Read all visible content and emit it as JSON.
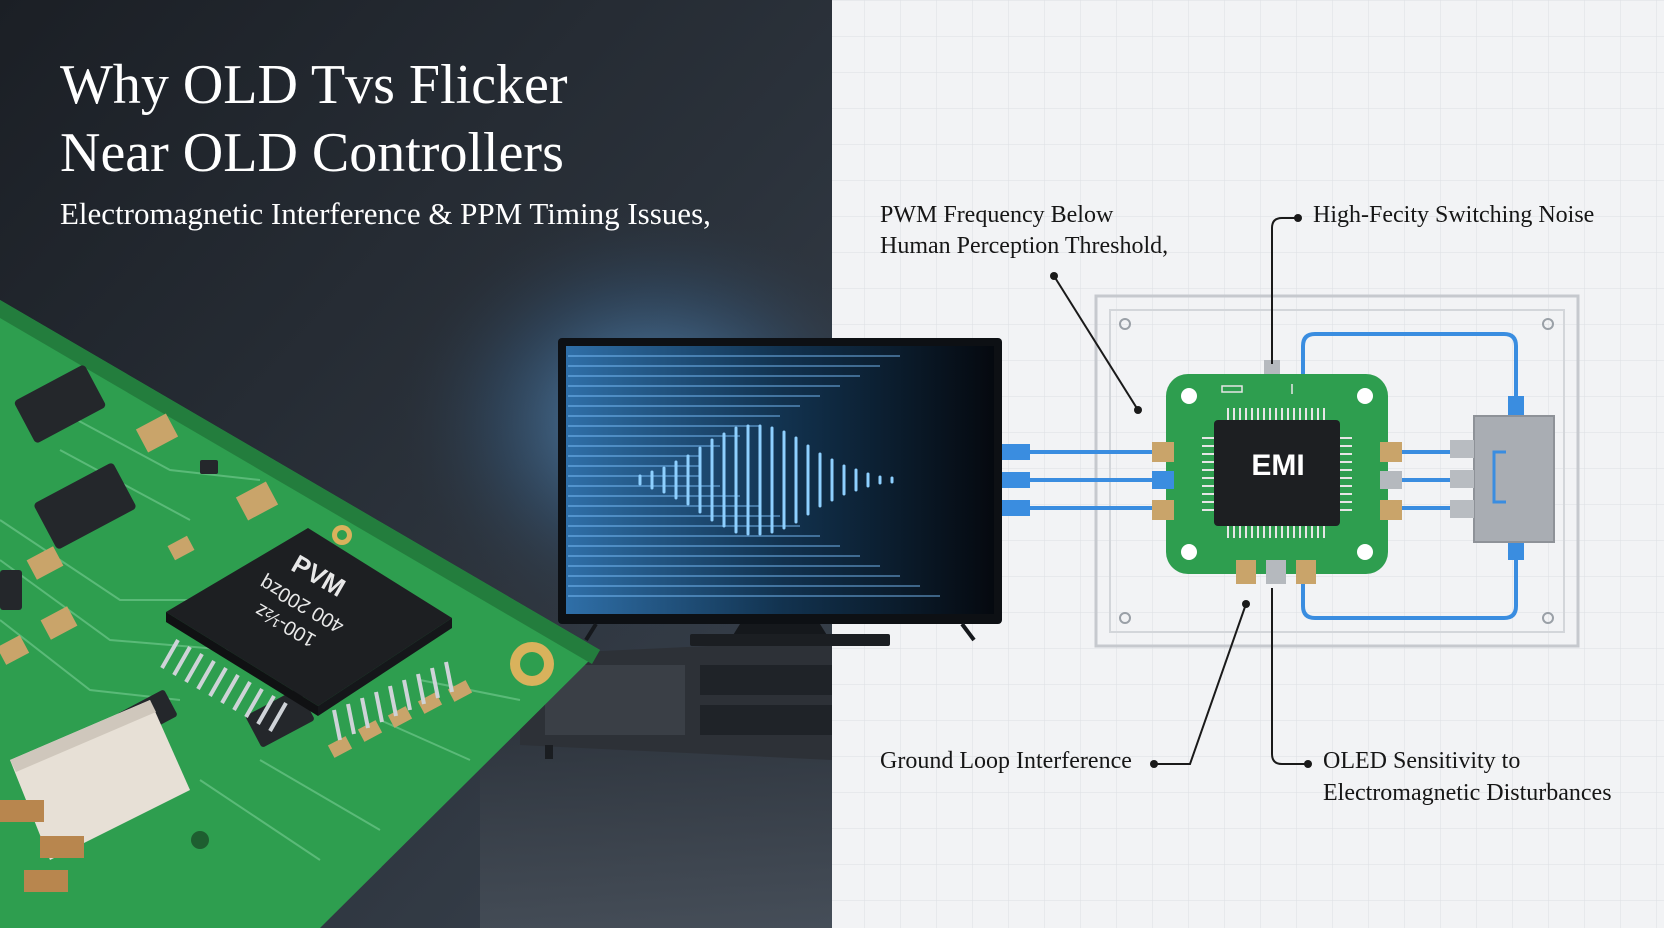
{
  "title": {
    "line1": "Why OLD Tvs Flicker",
    "line2": "Near OLD Controllers",
    "subtitle": "Electromagnetic Interference & PPM Timing Issues,"
  },
  "pcb_chip": {
    "line1": "PVM",
    "line2": "400 200zq",
    "line3": "100-½z"
  },
  "diagram": {
    "chip_label": "EMI",
    "callouts": {
      "pwm": {
        "line1": "PWM Frequency Below",
        "line2": "Human Perception Threshold,"
      },
      "switching_noise": "High-Fecity Switching Noise",
      "ground_loop": "Ground Loop Interference",
      "oled": {
        "line1": "OLED Sensitivity to",
        "line2": "Electromagnetic Disturbances"
      }
    }
  },
  "colors": {
    "pcb_green": "#2e9e4f",
    "trace_blue": "#3a8de0",
    "chip_black": "#1d1f22",
    "background_dark": "#20252c",
    "diagram_background": "#f2f3f5"
  }
}
